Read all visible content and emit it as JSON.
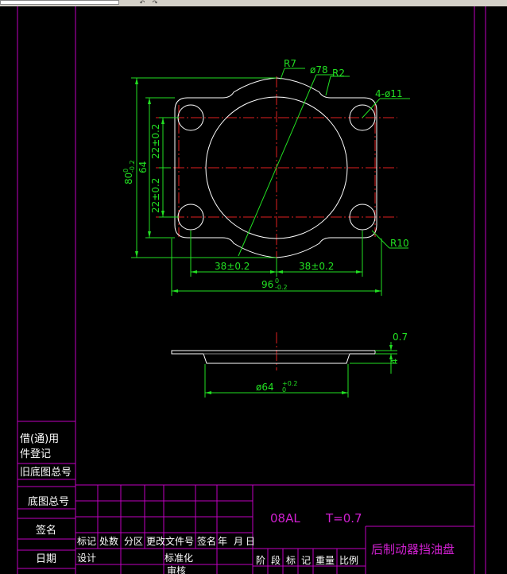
{
  "toolbar": {
    "undo_label": "↶",
    "redo_label": "↷"
  },
  "colors": {
    "frame": "#c000c0",
    "outline": "#ffffff",
    "dimension": "#22e022",
    "centerline": "#e02020",
    "title_text": "#d020d0"
  },
  "left_column": {
    "borrow_register": [
      "借(通)用",
      "件登记"
    ],
    "old_drawing_no": "旧底图总号",
    "drawing_no": "底图总号",
    "signature": "签名",
    "date": "日期"
  },
  "title_block": {
    "row1_labels": [
      "标记",
      "处数",
      "分区",
      "更改文件号",
      "签名",
      "年",
      "月",
      "日"
    ],
    "design": "设计",
    "standardization": "标准化",
    "review": "审核",
    "material": "08AL",
    "thickness": "T=0.7",
    "stage_headers": [
      "阶",
      "段",
      "标",
      "记",
      "重量",
      "比例"
    ],
    "part_name": "后制动器挡油盘"
  },
  "dimensions": {
    "r7": "R7",
    "d78": "ø78",
    "r2": "R2",
    "holes": "4-ø11",
    "r10": "R10",
    "h80": "80",
    "h80_sup": "0",
    "h80_sub": "-0.2",
    "h64": "64",
    "h22_top": "22±0.2",
    "h22_bottom": "22±0.2",
    "w38_left": "38±0.2",
    "w38_right": "38±0.2",
    "w96": "96",
    "w96_sup": "0",
    "w96_sub": "-0.2",
    "thk": "0.7",
    "flange_h": "4",
    "d64": "ø64",
    "d64_sup": "+0.2",
    "d64_sub": "0"
  }
}
